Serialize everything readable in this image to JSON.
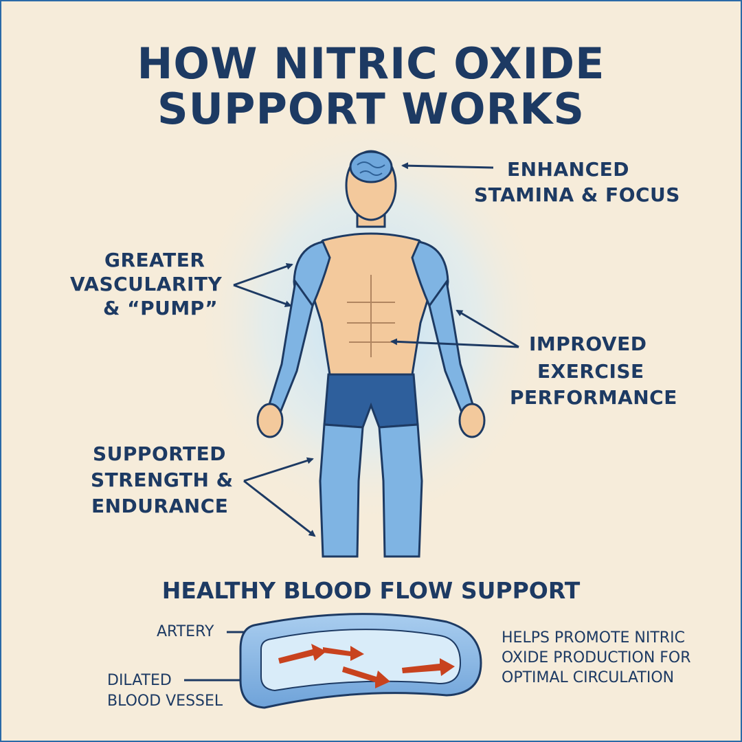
{
  "title": {
    "line1": "HOW NITRIC OXIDE",
    "line2": "SUPPORT WORKS"
  },
  "callouts": {
    "brain": {
      "line1": "ENHANCED",
      "line2": "STAMINA & FOCUS"
    },
    "arms": {
      "line1": "GREATER",
      "line2": "VASCULARITY",
      "line3": "& “PUMP”"
    },
    "abs": {
      "line1": "IMPROVED",
      "line2": "EXERCISE",
      "line3": "PERFORMANCE"
    },
    "legs": {
      "line1": "SUPPORTED",
      "line2": "STRENGTH &",
      "line3": "ENDURANCE"
    }
  },
  "blood_flow": {
    "heading": "HEALTHY BLOOD FLOW SUPPORT",
    "artery_label": "ARTERY",
    "vessel_label": {
      "line1": "DILATED",
      "line2": "BLOOD VESSEL"
    },
    "description": {
      "line1": "HELPS PROMOTE NITRIC",
      "line2": "OXIDE PRODUCTION FOR",
      "line3": "OPTIMAL CIRCULATION"
    }
  },
  "colors": {
    "background": "#f6ecda",
    "text": "#1d3a63",
    "muscle_blue": "#7fb4e3",
    "skin": "#f3c99c",
    "shorts": "#2e5f9c",
    "flow_arrow": "#c8421e"
  }
}
